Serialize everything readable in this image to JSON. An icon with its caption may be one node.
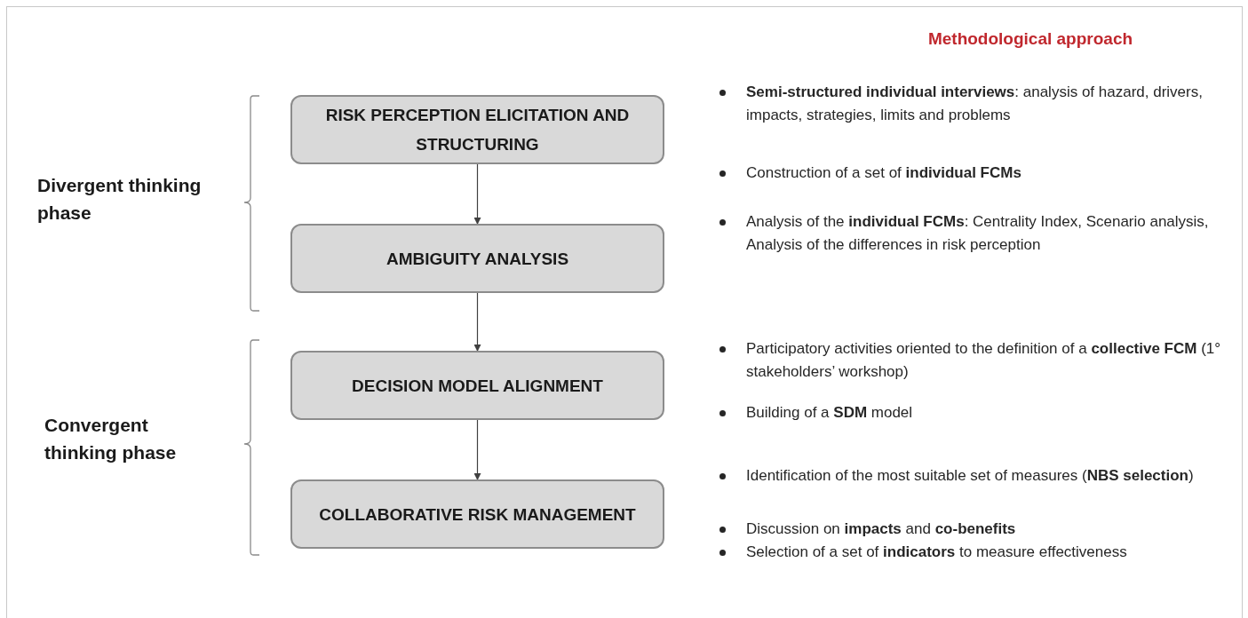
{
  "diagram": {
    "nodes": [
      {
        "text": [
          "RISK PERCEPTION ELICITATION AND STRUCTURING"
        ]
      },
      {
        "text": [
          "AMBIGUITY ANALYSIS"
        ]
      },
      {
        "text": [
          "DECISION MODEL ALIGNMENT"
        ]
      },
      {
        "text": [
          "COLLABORATIVE RISK MANAGEMENT"
        ]
      }
    ],
    "edges": [
      {
        "from": 0,
        "to": 1,
        "arrow": "to"
      },
      {
        "from": 1,
        "to": 2,
        "arrow": "to"
      },
      {
        "from": 2,
        "to": 3,
        "arrow": "to"
      }
    ],
    "labels": [
      "Methodological approach",
      "Divergent thinking phase",
      "Convergent thinking phase",
      "**Semi-structured individual interviews**: analysis of hazard, drivers, impacts, strategies, limits and problems",
      "Construction of a set of **individual FCMs**",
      "Analysis of the **individual FCMs**: Centrality Index, Scenario analysis, Analysis of the differences in risk perception",
      "Participatory activities oriented to the definition of a **collective FCM** (1° stakeholders’ workshop)",
      "Building of a **SDM** model",
      "Identification of the most suitable set of measures (**NBS selection**)",
      "Discussion on **impacts** and **co-benefits**",
      "Selection of a set of **indicators** to measure effectiveness"
    ]
  }
}
